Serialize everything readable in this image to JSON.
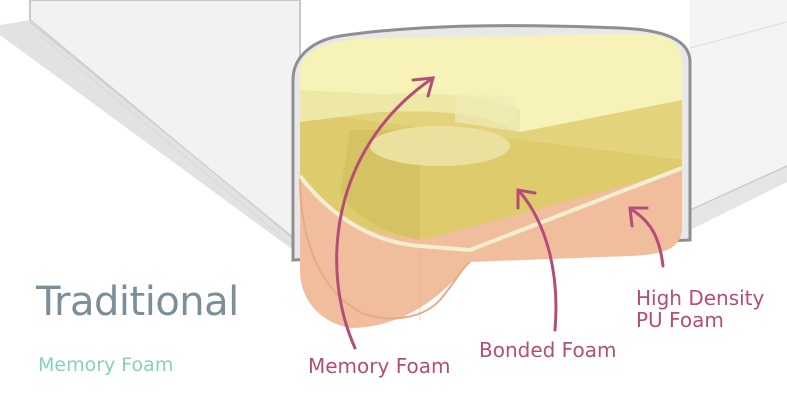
{
  "heading": {
    "title": "Traditional",
    "subtitle": "Memory Foam"
  },
  "layers": [
    {
      "label": "Memory Foam"
    },
    {
      "label": "Bonded Foam"
    },
    {
      "label_line1": "High Density",
      "label_line2": "PU Foam"
    }
  ],
  "colors": {
    "title": "#7a8f9a",
    "subtitle": "#86cfc2",
    "callout": "#b64d77",
    "memory_foam": "#f7f3b8",
    "bonded_foam": "#e3d37c",
    "pu_foam": "#f1be9d",
    "cover": "#efefef"
  }
}
